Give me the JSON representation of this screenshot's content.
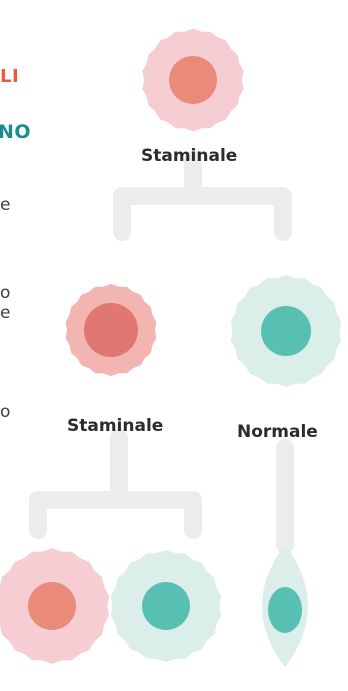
{
  "header": {
    "fragment_line1": "LI",
    "fragment_line2": "NO"
  },
  "side_text": {
    "line1": "e",
    "line2": "o",
    "line3": "e",
    "line4": "o"
  },
  "diagram": {
    "top_cell_label": "Staminale",
    "middle_left_label": "Staminale",
    "middle_right_label": "Normale"
  },
  "colors": {
    "stem_outer": "#f6cdd2",
    "stem_inner": "#ea8a79",
    "stem_mid_inner": "#e07772",
    "normal_outer": "#dbeee9",
    "normal_inner": "#57c0b3",
    "connector": "#ececec",
    "accent_red": "#e85b3c",
    "accent_teal": "#1e8c8f"
  }
}
